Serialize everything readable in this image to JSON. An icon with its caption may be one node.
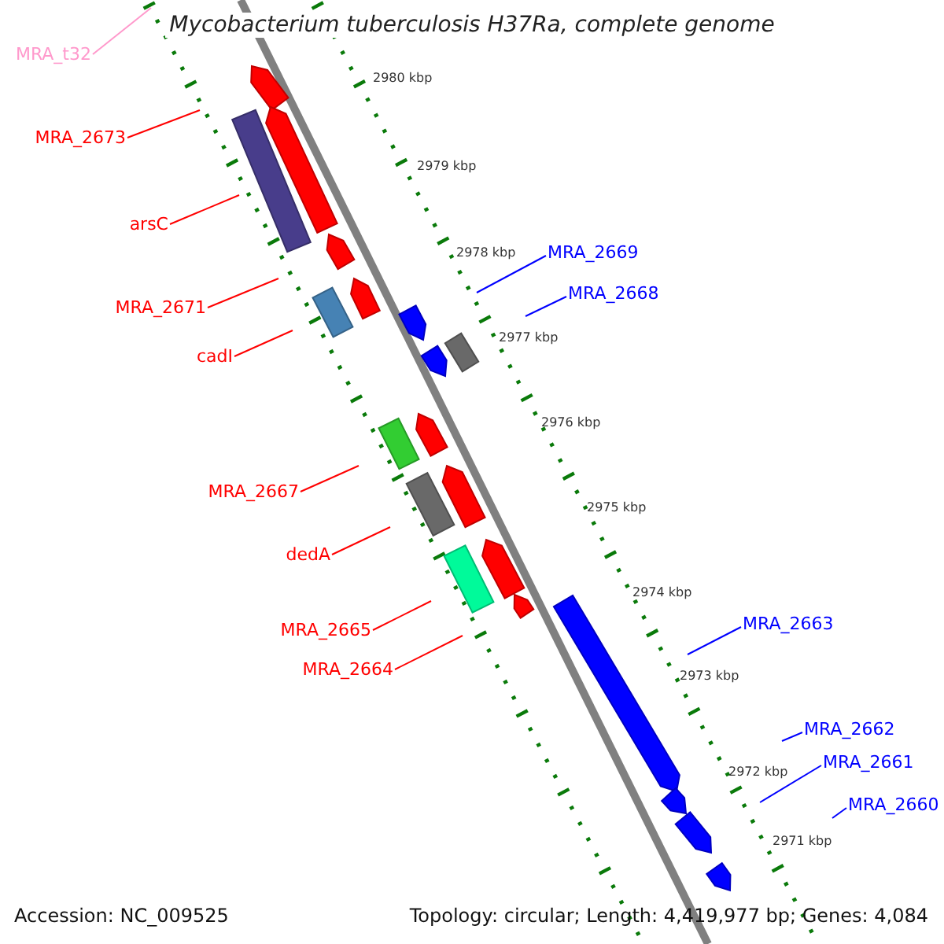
{
  "diagram": {
    "title": "Mycobacterium tuberculosis H37Ra, complete genome",
    "nodes": [
      {
        "text": [
          "MRA_t32"
        ]
      },
      {
        "text": [
          "MRA_2673"
        ]
      },
      {
        "text": [
          "arsC"
        ]
      },
      {
        "text": [
          "MRA_2669"
        ]
      },
      {
        "text": [
          "MRA_2668"
        ]
      },
      {
        "text": [
          "MRA_2671"
        ]
      },
      {
        "text": [
          "cadI"
        ]
      },
      {
        "text": [
          "MRA_2667"
        ]
      },
      {
        "text": [
          "dedA"
        ]
      },
      {
        "text": [
          "MRA_2663"
        ]
      },
      {
        "text": [
          "MRA_2665"
        ]
      },
      {
        "text": [
          "MRA_2664"
        ]
      },
      {
        "text": [
          "MRA_2662"
        ]
      },
      {
        "text": [
          "MRA_2661"
        ]
      },
      {
        "text": [
          "MRA_2660"
        ]
      }
    ],
    "edges": [
      {
        "from": 0,
        "to": null,
        "arrow": "none",
        "color": "#ff99cc"
      },
      {
        "from": 1,
        "to": null,
        "arrow": "none"
      },
      {
        "from": 2,
        "to": null,
        "arrow": "none"
      },
      {
        "from": 3,
        "to": null,
        "arrow": "none",
        "color": "#0000ff"
      },
      {
        "from": 4,
        "to": null,
        "arrow": "none",
        "color": "#0000ff"
      },
      {
        "from": 5,
        "to": null,
        "arrow": "none"
      },
      {
        "from": 6,
        "to": null,
        "arrow": "none"
      },
      {
        "from": 7,
        "to": null,
        "arrow": "none"
      },
      {
        "from": 8,
        "to": null,
        "arrow": "none"
      },
      {
        "from": 9,
        "to": null,
        "arrow": "none",
        "color": "#0000ff"
      },
      {
        "from": 10,
        "to": null,
        "arrow": "none"
      },
      {
        "from": 11,
        "to": null,
        "arrow": "none"
      },
      {
        "from": 12,
        "to": null,
        "arrow": "none",
        "color": "#0000ff"
      },
      {
        "from": 13,
        "to": null,
        "arrow": "none",
        "color": "#0000ff"
      },
      {
        "from": 14,
        "to": null,
        "arrow": "none",
        "color": "#0000ff"
      }
    ],
    "labels": [
      "2980 kbp",
      "2979 kbp",
      "2978 kbp",
      "2977 kbp",
      "2976 kbp",
      "2975 kbp",
      "2974 kbp",
      "2973 kbp",
      "2972 kbp",
      "2971 kbp",
      "Accession: NC_009525",
      "Topology: circular; Length: 4,419,977 bp; Genes: 4,084"
    ]
  }
}
